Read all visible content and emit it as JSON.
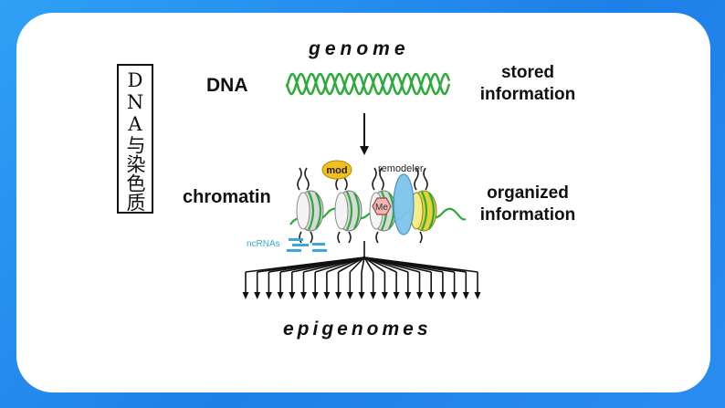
{
  "side_title": "DNA与染色质",
  "labels": {
    "genome": "genome",
    "dna": "DNA",
    "stored_line1": "stored",
    "stored_line2": "information",
    "chromatin": "chromatin",
    "organized_line1": "organized",
    "organized_line2": "information",
    "epigenomes": "epigenomes",
    "mod": "mod",
    "remodeler": "remodeler",
    "me": "Me",
    "ncrnas": "ncRNAs"
  },
  "colors": {
    "background_blue": "#1e7fe8",
    "dna_green": "#2eaa3c",
    "mod_yellow": "#f0c020",
    "remodeler_blue": "#7fc4ec",
    "ncrna_blue": "#3aa6dc",
    "nucleosome_yellow": "#e2d438"
  }
}
